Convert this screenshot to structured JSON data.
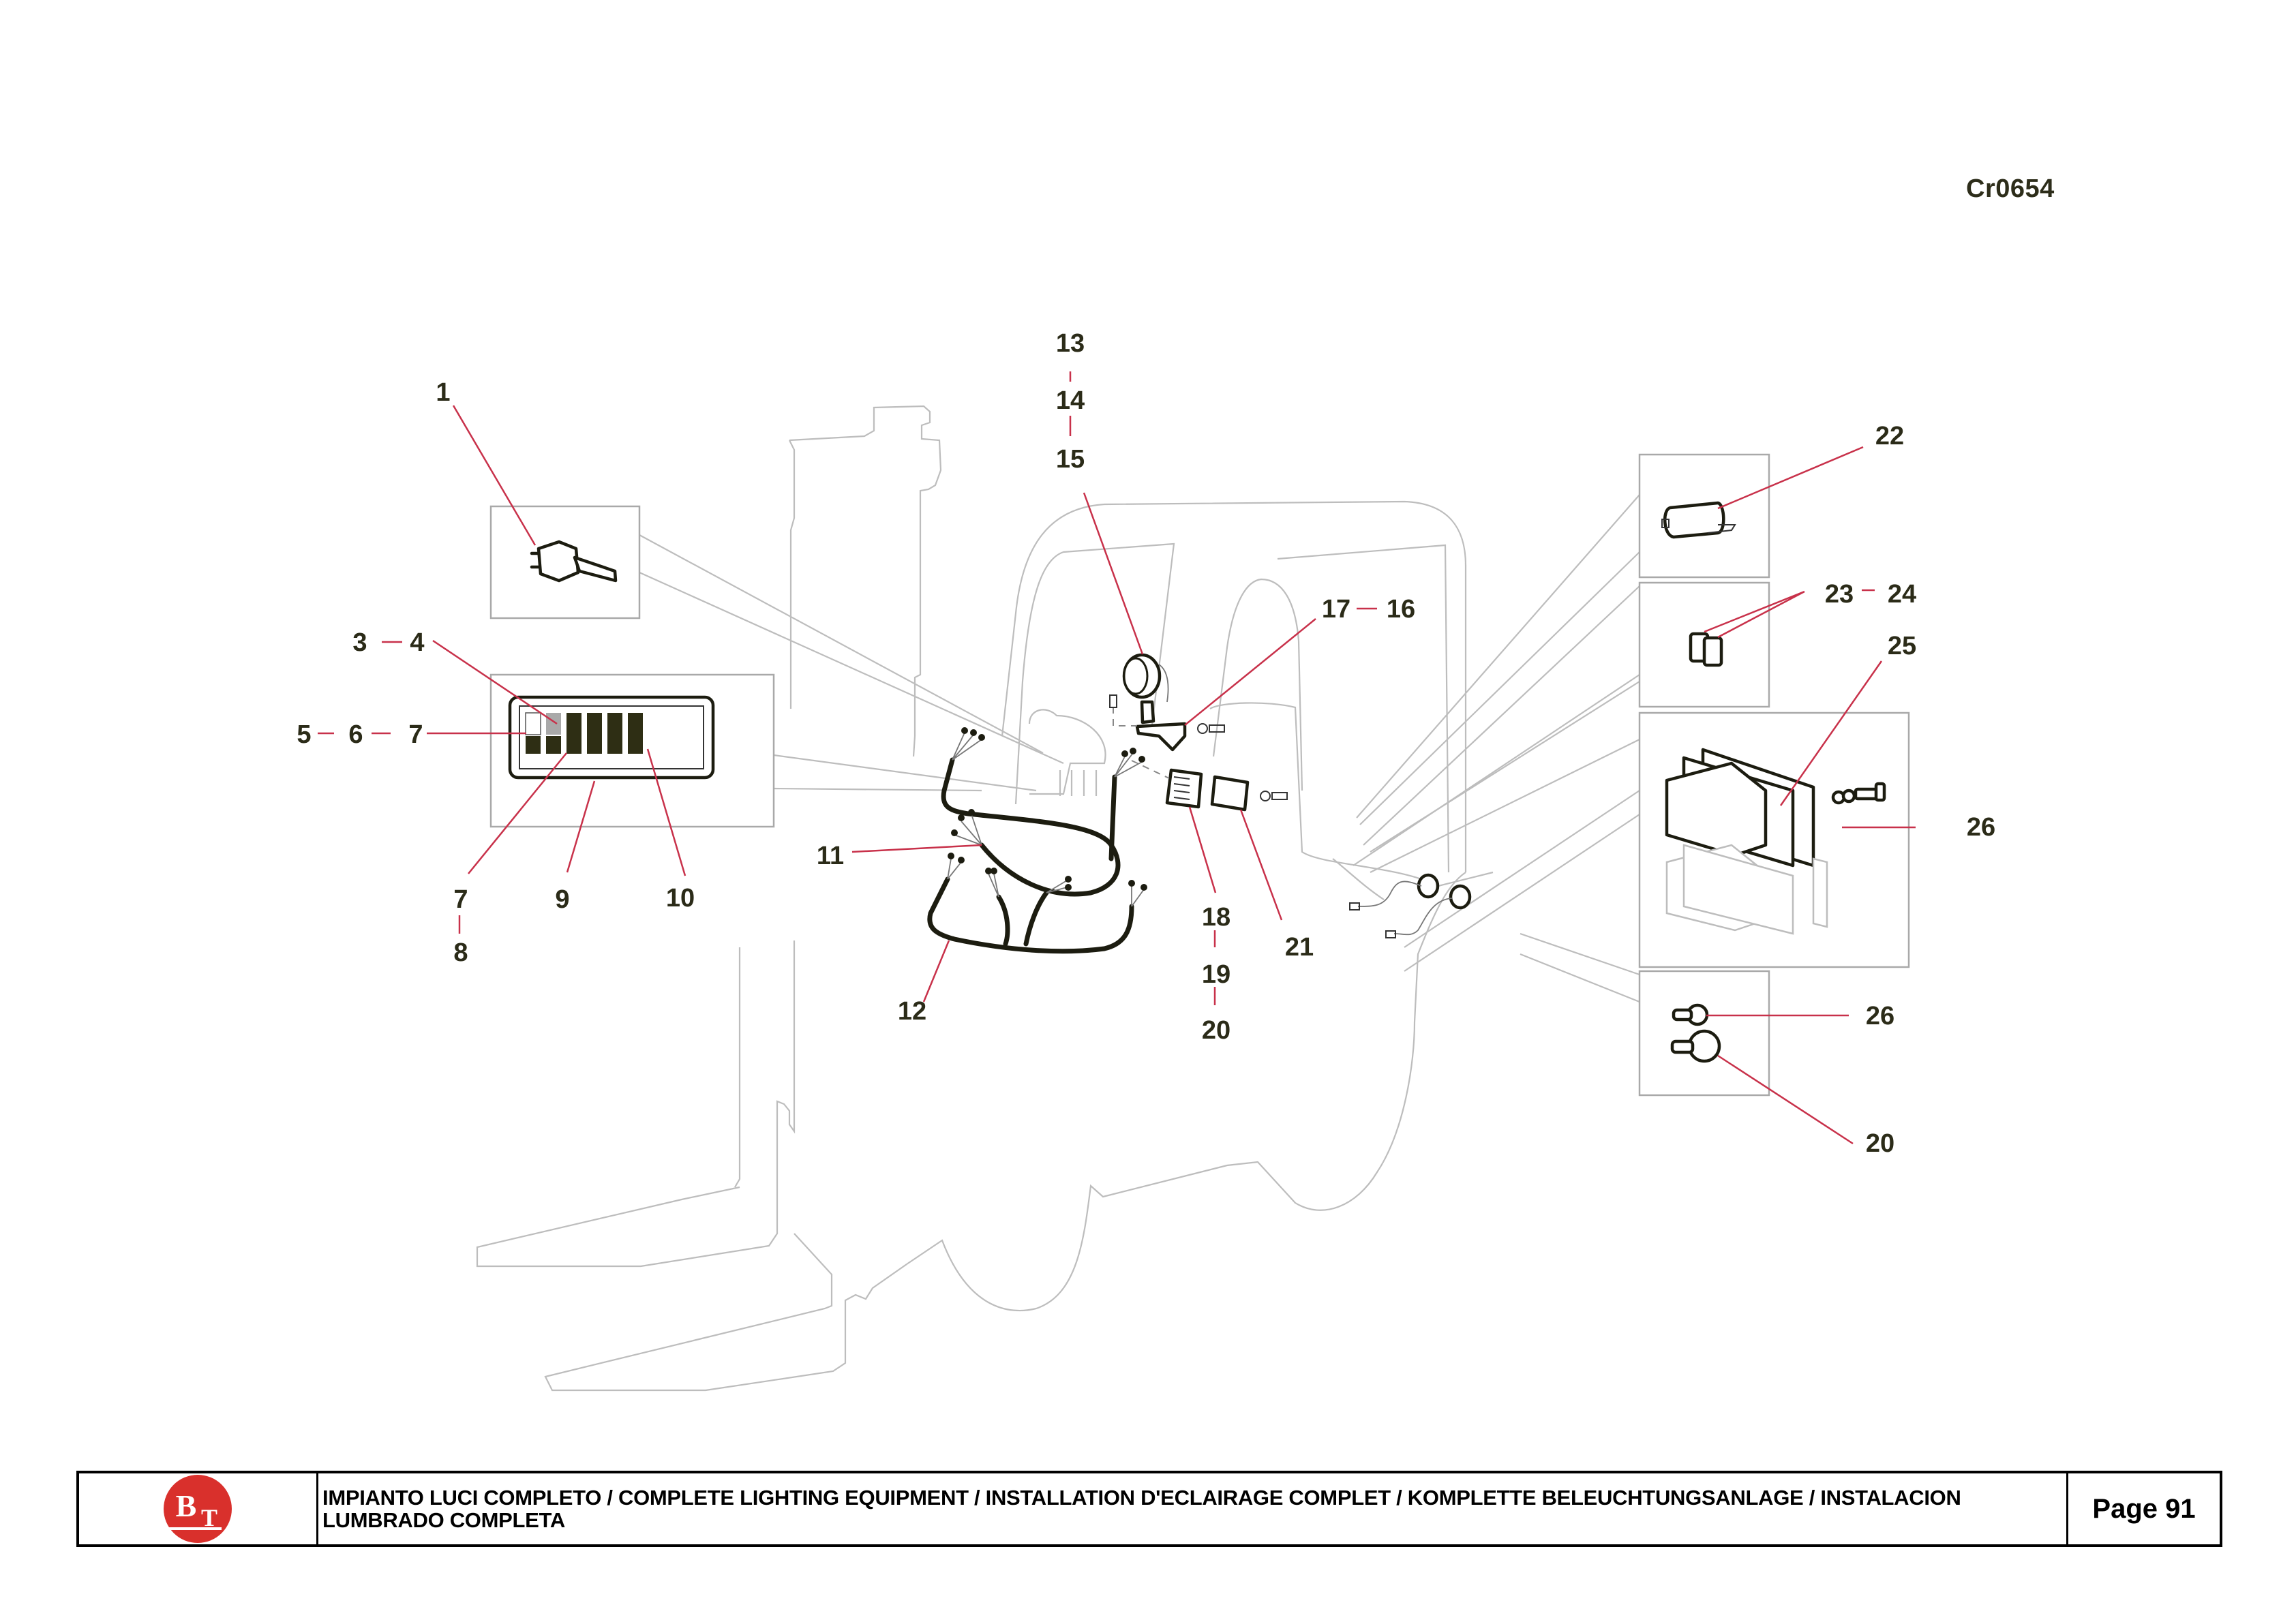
{
  "document": {
    "code": "Cr0654",
    "title": "IMPIANTO LUCI COMPLETO / COMPLETE LIGHTING EQUIPMENT / INSTALLATION D'ECLAIRAGE COMPLET / KOMPLETTE BELEUCHTUNGSANLAGE / INSTALACION LUMBRADO COMPLETA",
    "page": "Page 91",
    "logo_text": "BT",
    "brand_color": "#d9302c"
  },
  "callouts": {
    "c1": "1",
    "c3": "3",
    "c4": "4",
    "c5": "5",
    "c6": "6",
    "c7a": "7",
    "c7b": "7",
    "c8": "8",
    "c9": "9",
    "c10": "10",
    "c11": "11",
    "c12": "12",
    "c13": "13",
    "c14": "14",
    "c15": "15",
    "c16": "16",
    "c17": "17",
    "c18": "18",
    "c19": "19",
    "c20a": "20",
    "c20b": "20",
    "c21": "21",
    "c22": "22",
    "c23": "23",
    "c24": "24",
    "c25": "25",
    "c26a": "26",
    "c26b": "26"
  },
  "colors": {
    "leader": "#c8314a",
    "outline": "#bdbdbd",
    "part": "#1c1c10",
    "label": "#2b2b18"
  }
}
